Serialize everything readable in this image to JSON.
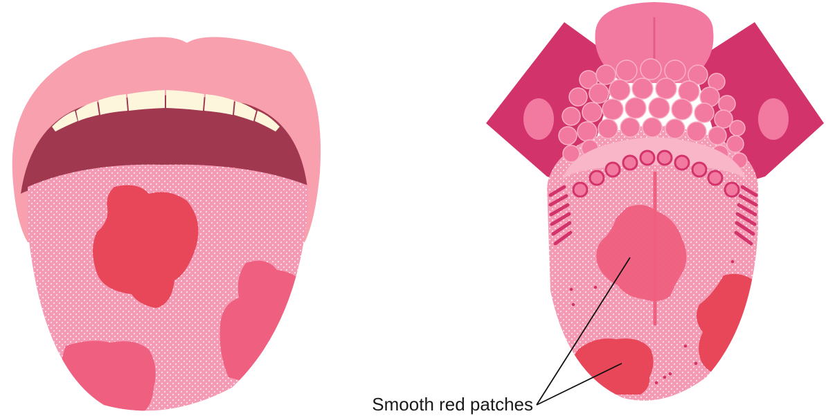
{
  "annotation": {
    "label": "Smooth red patches"
  },
  "figures": [
    {
      "view": "mouth-open-tongue",
      "feature_icon": "geographic-tongue-icon"
    },
    {
      "view": "tongue-anatomy",
      "feature_icon": "tongue-anatomy-icon"
    }
  ],
  "colors": {
    "lip": "#f8a0ad",
    "mouth_cavity": "#a0394f",
    "teeth": "#fdf6dc",
    "tongue": "#f59ab4",
    "patch_red": "#e8475a",
    "patch_pink": "#ef5f7f",
    "papilla_dark": "#d2336b",
    "papilla_light": "#f27aa1",
    "leader_line": "#111111"
  }
}
